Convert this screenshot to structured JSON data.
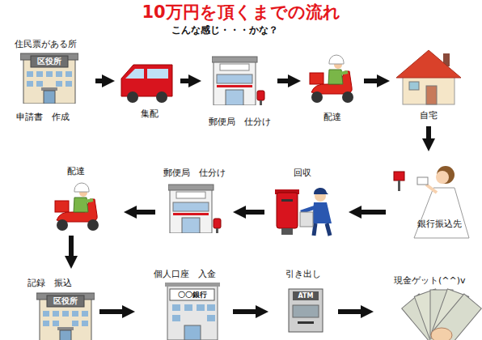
{
  "diagram": {
    "title": "10万円を頂くまでの流れ",
    "nodes": [
      {
        "text": [
          "住民票がある所",
          "区役所",
          "申請書　作成"
        ]
      },
      {
        "text": [
          "集配"
        ]
      },
      {
        "text": [
          "郵便局　仕分け"
        ]
      },
      {
        "text": [
          "配達"
        ]
      },
      {
        "text": [
          "自宅"
        ]
      },
      {
        "text": [
          "銀行振込先"
        ]
      },
      {
        "text": [
          "回収"
        ]
      },
      {
        "text": [
          "郵便局　仕分け"
        ]
      },
      {
        "text": [
          "配達"
        ]
      },
      {
        "text": [
          "記録　振込",
          "区役所"
        ]
      },
      {
        "text": [
          "個人口座　入金",
          "〇〇銀行"
        ]
      },
      {
        "text": [
          "引き出し",
          "ATM"
        ]
      },
      {
        "text": [
          "現金ゲット(^^)v"
        ]
      }
    ],
    "edges": [
      {
        "from": 0,
        "to": 1,
        "arrow": "to"
      },
      {
        "from": 1,
        "to": 2,
        "arrow": "to"
      },
      {
        "from": 2,
        "to": 3,
        "arrow": "to"
      },
      {
        "from": 3,
        "to": 4,
        "arrow": "to"
      },
      {
        "from": 4,
        "to": 5,
        "arrow": "to"
      },
      {
        "from": 5,
        "to": 6,
        "arrow": "to"
      },
      {
        "from": 6,
        "to": 7,
        "arrow": "to"
      },
      {
        "from": 7,
        "to": 8,
        "arrow": "to"
      },
      {
        "from": 8,
        "to": 9,
        "arrow": "to"
      },
      {
        "from": 9,
        "to": 10,
        "arrow": "to"
      },
      {
        "from": 10,
        "to": 11,
        "arrow": "to"
      },
      {
        "from": 11,
        "to": 12,
        "arrow": "to"
      }
    ],
    "labels": [
      "こんな感じ・・・かな？"
    ]
  }
}
